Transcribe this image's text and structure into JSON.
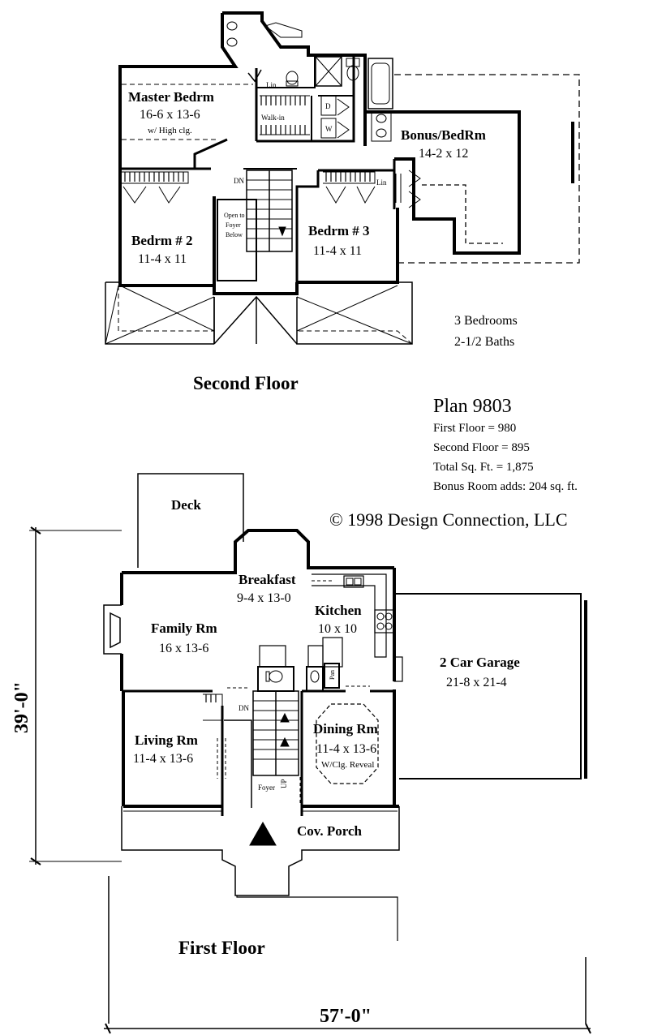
{
  "second_floor": {
    "title": "Second Floor",
    "rooms": {
      "master": {
        "name": "Master Bedrm",
        "dims": "16-6 x 13-6",
        "note": "w/ High clg."
      },
      "bonus": {
        "name": "Bonus/BedRm",
        "dims": "14-2 x 12"
      },
      "bed2": {
        "name": "Bedrm # 2",
        "dims": "11-4 x 11"
      },
      "bed3": {
        "name": "Bedrm # 3",
        "dims": "11-4 x 11"
      }
    },
    "labels": {
      "walkin": "Walk-in",
      "lin1": "Lin",
      "lin2": "Lin",
      "dn": "DN",
      "open1": "Open to",
      "open2": "Foyer",
      "open3": "Below",
      "w": "W",
      "d": "D"
    },
    "summary": {
      "bedrooms": "3 Bedrooms",
      "baths": "2-1/2 Baths"
    }
  },
  "plan_info": {
    "plan": "Plan 9803",
    "first": "First Floor = 980",
    "second": "Second Floor = 895",
    "total": "Total Sq. Ft. = 1,875",
    "bonus": "Bonus Room adds: 204 sq. ft.",
    "copyright": "©   1998 Design Connection, LLC"
  },
  "first_floor": {
    "title": "First Floor",
    "rooms": {
      "deck": {
        "name": "Deck"
      },
      "breakfast": {
        "name": "Breakfast",
        "dims": "9-4 x 13-0"
      },
      "kitchen": {
        "name": "Kitchen",
        "dims": "10 x 10"
      },
      "family": {
        "name": "Family Rm",
        "dims": "16 x 13-6"
      },
      "garage": {
        "name": "2 Car Garage",
        "dims": "21-8 x 21-4"
      },
      "living": {
        "name": "Living Rm",
        "dims": "11-4 x 13-6"
      },
      "dining": {
        "name": "Dining Rm",
        "dims": "11-4 x 13-6",
        "note": "W/Clg. Reveal"
      },
      "porch": {
        "name": "Cov. Porch"
      }
    },
    "labels": {
      "dn": "DN",
      "up": "UP",
      "foyer": "Foyer",
      "pan": "Pan"
    },
    "dims": {
      "depth": "39'-0\"",
      "width": "57'-0\""
    }
  }
}
